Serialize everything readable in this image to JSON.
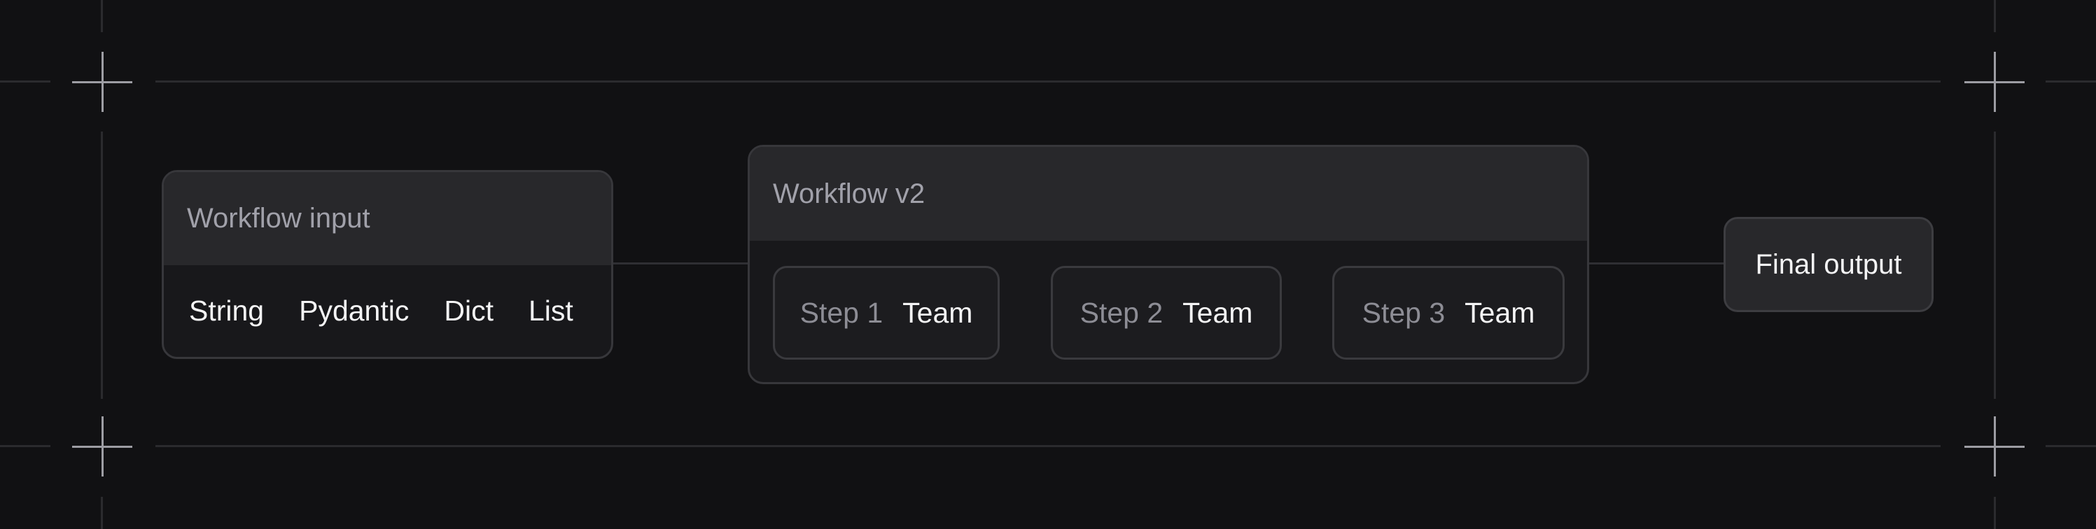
{
  "workflow_input": {
    "title": "Workflow input",
    "types": [
      "String",
      "Pydantic",
      "Dict",
      "List"
    ]
  },
  "workflow": {
    "title": "Workflow v2",
    "steps": [
      {
        "label": "Step 1",
        "type": "Team"
      },
      {
        "label": "Step 2",
        "type": "Team"
      },
      {
        "label": "Step 3",
        "type": "Team"
      }
    ]
  },
  "final_output": {
    "label": "Final output"
  },
  "colors": {
    "background": "#111113",
    "node_header": "#28282b",
    "node_body": "#18181b",
    "border": "#37373b",
    "muted_text": "#a1a1aa",
    "text": "#f4f4f5",
    "guide_cross": "#9d9da3"
  },
  "icons": [
    "plus-crosshair-icon"
  ]
}
